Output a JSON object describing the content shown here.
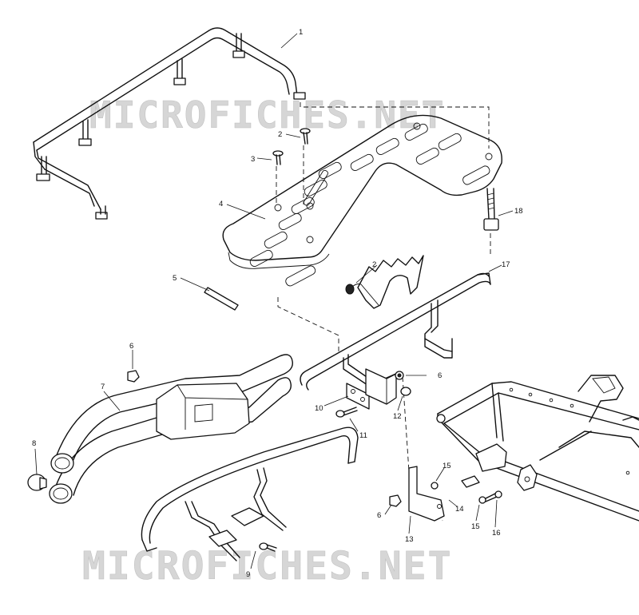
{
  "watermark": {
    "top_text": "MICROFICHES.NET",
    "bottom_text": "MICROFICHES.NET"
  },
  "callouts": {
    "c1": "1",
    "c2a": "2",
    "c3": "3",
    "c18": "18",
    "c4": "4",
    "c2b": "2",
    "c17": "17",
    "c5": "5",
    "c6a": "6",
    "c7": "7",
    "c6b": "6",
    "c10": "10",
    "c12": "12",
    "c11": "11",
    "c8": "8",
    "c15a": "15",
    "c6c": "6",
    "c14": "14",
    "c15b": "15",
    "c16": "16",
    "c13": "13",
    "c9": "9"
  },
  "colors": {
    "line": "#111111",
    "watermark": "#d6d6d6"
  }
}
